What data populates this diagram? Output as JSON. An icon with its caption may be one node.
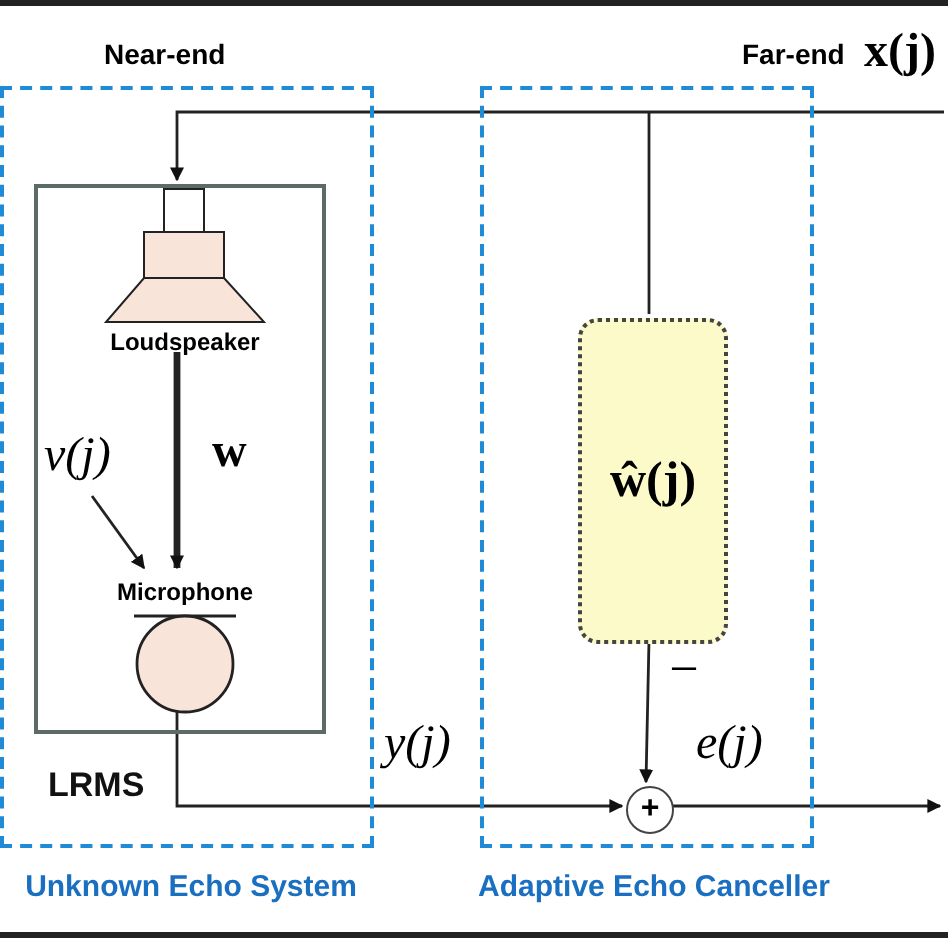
{
  "diagram": {
    "nodes": [
      {
        "text": [
          "Unknown Echo System"
        ]
      },
      {
        "text": [
          "Adaptive Echo Canceller"
        ]
      },
      {
        "text": [
          "LRMS"
        ],
        "in": 0
      },
      {
        "text": [
          "Loudspeaker"
        ],
        "in": 2
      },
      {
        "text": [
          "Microphone"
        ],
        "in": 2
      },
      {
        "text": [
          "ŵ(j)"
        ],
        "in": 1
      },
      {
        "text": [
          "+"
        ],
        "in": 1
      }
    ],
    "edges": [
      {
        "from": null,
        "to": 3,
        "arrow": "to"
      },
      {
        "from": null,
        "to": 5,
        "arrow": "none"
      },
      {
        "from": 3,
        "to": 4,
        "arrow": "to",
        "label": "w",
        "style": "thick"
      },
      {
        "from": null,
        "to": 4,
        "arrow": "to",
        "label": "v(j)"
      },
      {
        "from": 4,
        "to": 6,
        "arrow": "to",
        "label": "y(j)"
      },
      {
        "from": 5,
        "to": 6,
        "arrow": "to",
        "label": "−"
      },
      {
        "from": 6,
        "to": null,
        "arrow": "to",
        "label": "e(j)"
      }
    ],
    "labels": [
      "Near-end",
      "Far-end",
      "x(j)"
    ]
  }
}
